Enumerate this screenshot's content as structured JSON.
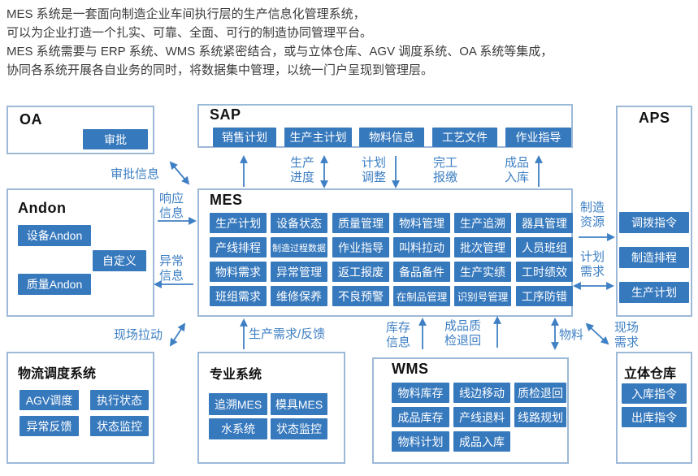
{
  "intro": {
    "lines": [
      "MES 系统是一套面向制造企业车间执行层的生产信息化管理系统，",
      "可以为企业打造一个扎实、可靠、全面、可行的制造协同管理平台。",
      "MES 系统需要与 ERP 系统、WMS 系统紧密结合，或与立体仓库、AGV 调度系统、OA 系统等集成，",
      "协同各系统开展各自业务的同时，将数据集中管理，以统一门户呈现到管理层。"
    ]
  },
  "colors": {
    "node_blue": "#3779bd",
    "border_blue": "#9db9d8",
    "label_blue": "#3f80c4"
  },
  "boxes": {
    "oa": {
      "title": "OA",
      "buttons": [
        "审批"
      ]
    },
    "sap": {
      "title": "SAP",
      "buttons": [
        "销售计划",
        "生产主计划",
        "物料信息",
        "工艺文件",
        "作业指导"
      ]
    },
    "aps": {
      "title": "APS",
      "buttons": [
        "调拨指令",
        "制造排程",
        "生产计划"
      ]
    },
    "andon": {
      "title": "Andon",
      "buttons": [
        "设备Andon",
        "自定义",
        "质量Andon"
      ]
    },
    "mes": {
      "title": "MES",
      "rows": [
        [
          "生产计划",
          "设备状态",
          "质量管理",
          "物料管理",
          "生产追溯",
          "器具管理"
        ],
        [
          "产线排程",
          "制造过程数据",
          "作业指导",
          "叫料拉动",
          "批次管理",
          "人员班组"
        ],
        [
          "物料需求",
          "异常管理",
          "返工报废",
          "备品备件",
          "生产实绩",
          "工时绩效"
        ],
        [
          "班组需求",
          "维修保养",
          "不良预警",
          "在制品管理",
          "识别号管理",
          "工序防错"
        ]
      ]
    },
    "logistics": {
      "title": "物流调度系统",
      "buttons": [
        "AGV调度",
        "执行状态",
        "异常反馈",
        "状态监控"
      ]
    },
    "specialized": {
      "title": "专业系统",
      "buttons": [
        "追溯MES",
        "模具MES",
        "水系统",
        "状态监控"
      ]
    },
    "wms": {
      "title": "WMS",
      "buttons": [
        "物料库存",
        "线边移动",
        "质检退回",
        "成品库存",
        "产线退料",
        "线路规划",
        "物料计划",
        "成品入库"
      ]
    },
    "warehouse": {
      "title": "立体仓库",
      "buttons": [
        "入库指令",
        "出库指令"
      ]
    }
  },
  "labels": {
    "approval_info": "审批信息",
    "response_info": "响应\n信息",
    "abnormal_info": "异常\n信息",
    "production_progress": "生产\n进度",
    "plan_adjustment": "计划\n调整",
    "completion_report": "完工\n报缴",
    "finished_goods_inbound": "成品\n入库",
    "manufacturing_resources": "制造\n资源",
    "plan_demand": "计划\n需求",
    "site_pull": "现场拉动",
    "production_demand_feedback": "生产需求/反馈",
    "inventory_info": "库存\n信息",
    "finished_quality_return": "成品质\n检退回",
    "material": "物料",
    "site_demand": "现场\n需求"
  }
}
